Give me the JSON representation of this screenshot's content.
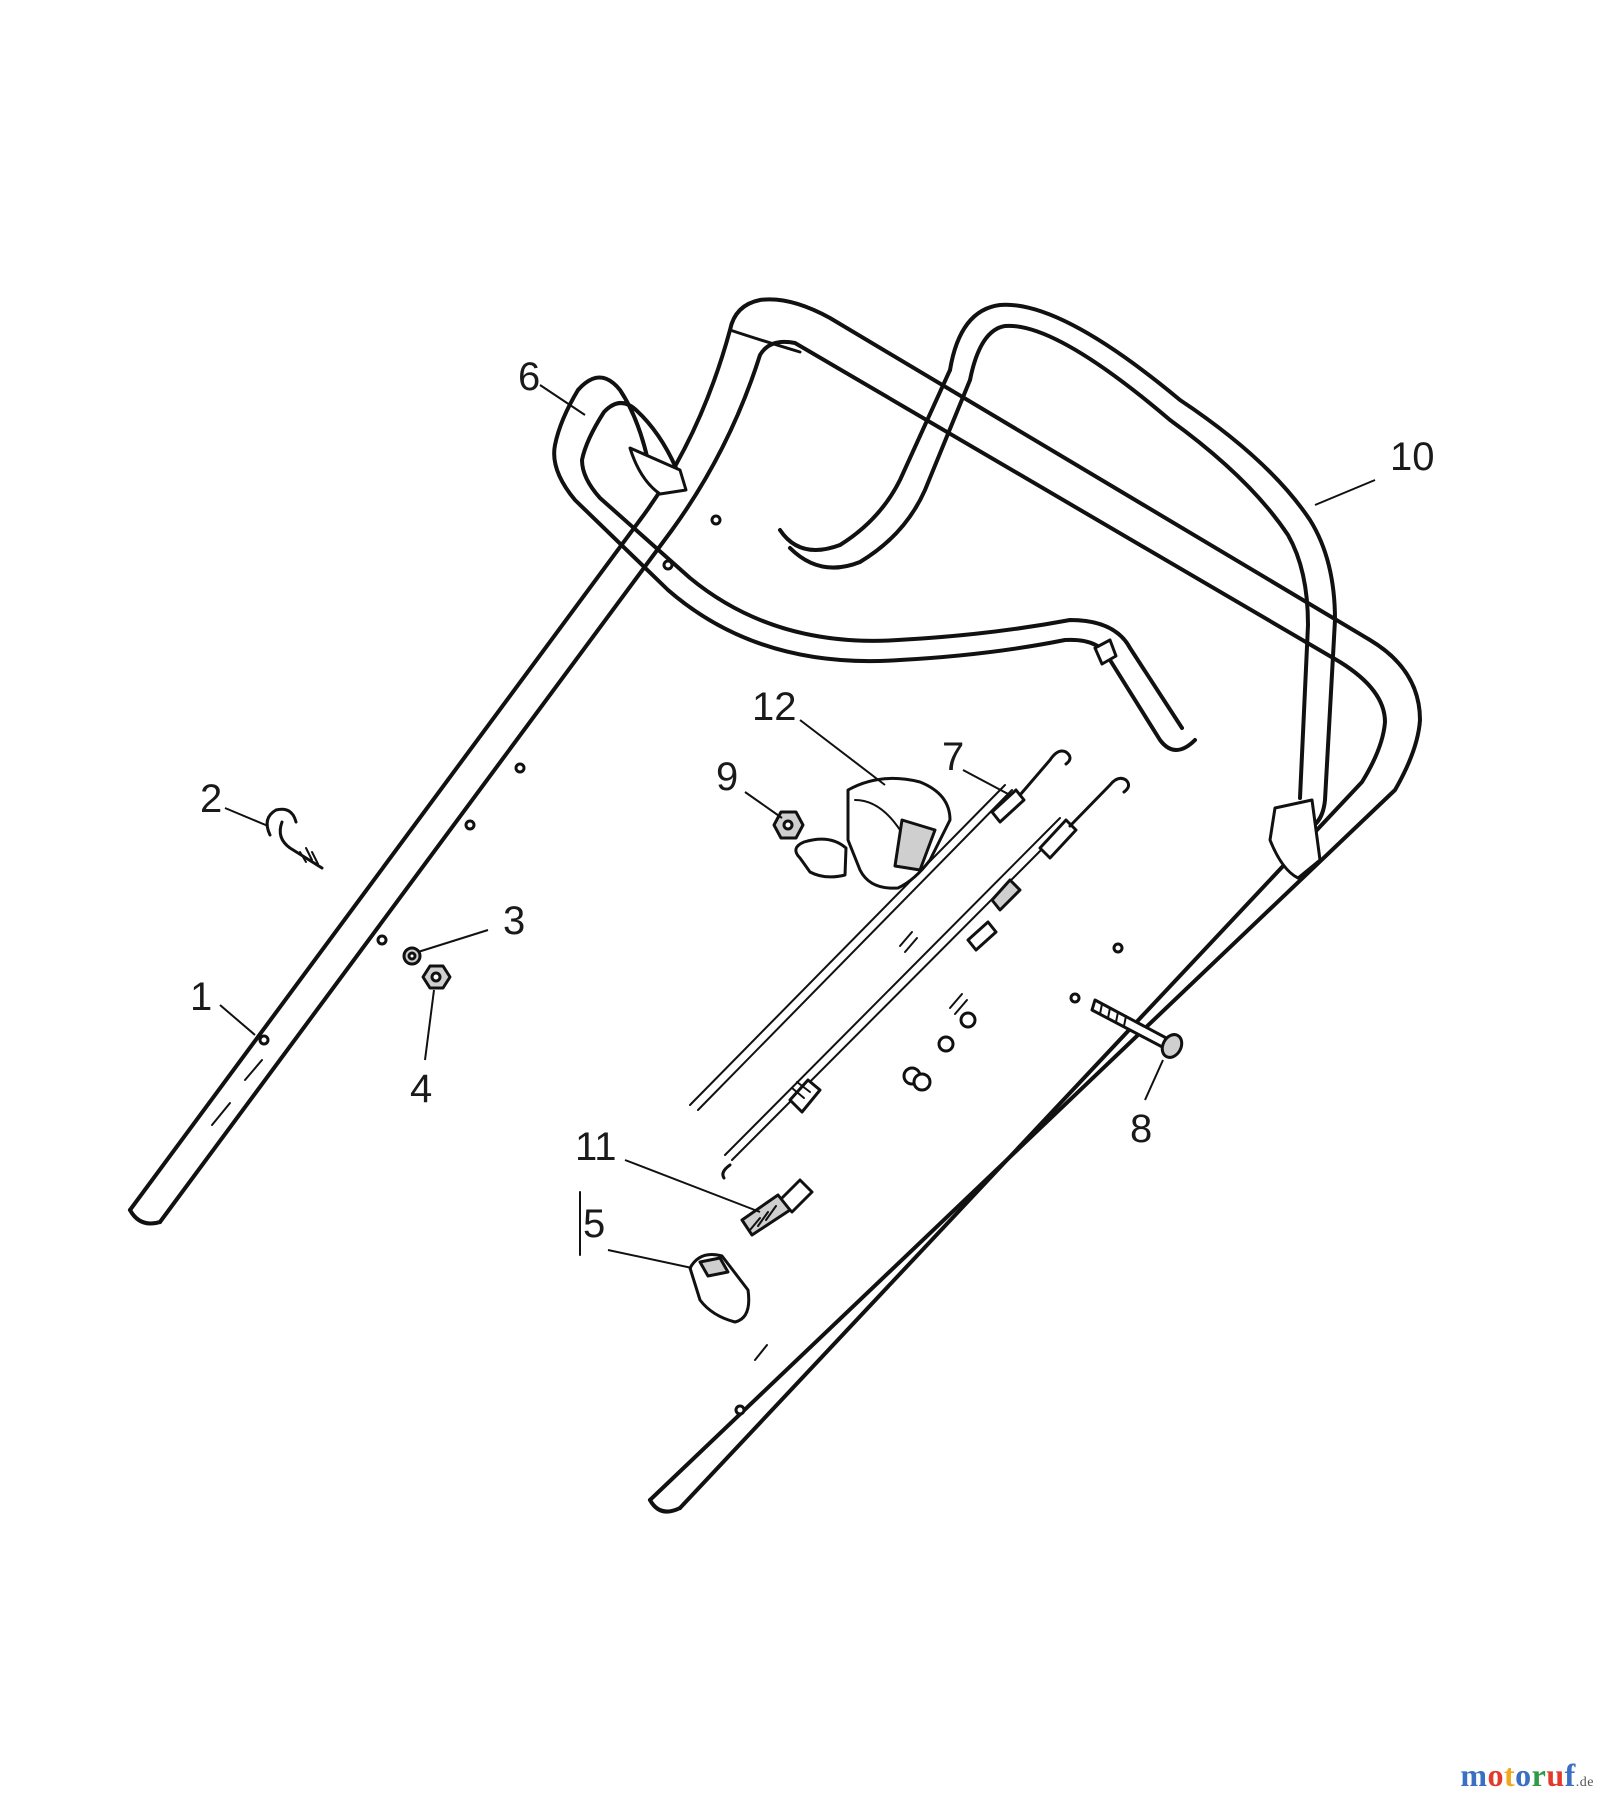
{
  "diagram": {
    "callouts": [
      {
        "id": "1",
        "label": "1"
      },
      {
        "id": "2",
        "label": "2"
      },
      {
        "id": "3",
        "label": "3"
      },
      {
        "id": "4",
        "label": "4"
      },
      {
        "id": "5",
        "label": "5"
      },
      {
        "id": "6",
        "label": "6"
      },
      {
        "id": "7",
        "label": "7"
      },
      {
        "id": "8",
        "label": "8"
      },
      {
        "id": "9",
        "label": "9"
      },
      {
        "id": "10",
        "label": "10"
      },
      {
        "id": "11",
        "label": "11"
      },
      {
        "id": "12",
        "label": "12"
      }
    ]
  },
  "watermark": {
    "letters": [
      "m",
      "o",
      "t",
      "o",
      "r",
      "u",
      "f"
    ],
    "colors": [
      "#3a6fc4",
      "#e23b2e",
      "#f2a81d",
      "#3a6fc4",
      "#2e9a47",
      "#e23b2e",
      "#3a6fc4"
    ],
    "tld": ".de"
  }
}
